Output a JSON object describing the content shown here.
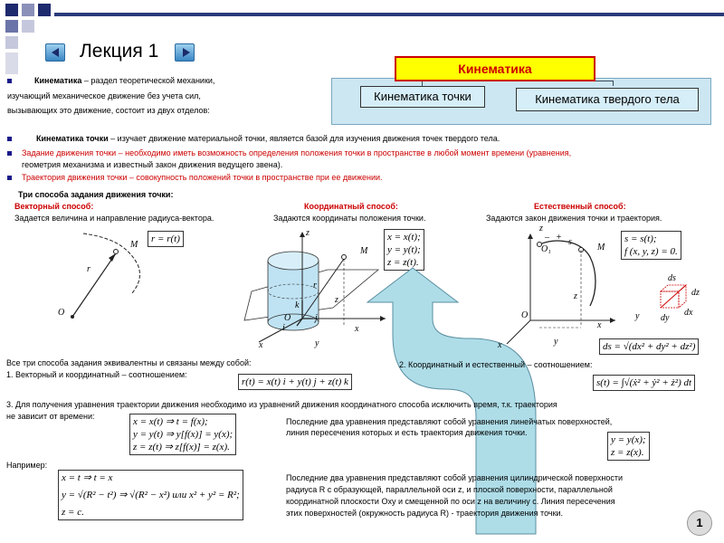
{
  "slide": {
    "title": "Лекция 1",
    "page_number": "1"
  },
  "diagram": {
    "header": "Кинематика",
    "left_box": "Кинематика точки",
    "right_box": "Кинематика твердого тела"
  },
  "intro": {
    "term": "Кинематика",
    "line1_rest": " – раздел теоретической механики,",
    "line2": "изучающий механическое движение без учета сил,",
    "line3": "вызывающих это движение, состоит из двух отделов:"
  },
  "bullets": {
    "b1_term": "Кинематика точки",
    "b1_rest": " – изучает движение материальной точки, является базой для изучения движения точек твердого тела.",
    "b2_line1": "Задание движения точки – необходимо иметь возможность определения положения точки в пространстве в любой момент времени (уравнения,",
    "b2_line2": "геометрия механизма и известный закон движения ведущего звена).",
    "b3": "Траектория движения точки – совокупность положений точки в пространстве при ее движении."
  },
  "methods": {
    "heading": "Три способа задания движения точки:",
    "vector_title": "Векторный способ:",
    "vector_desc": "Задается величина и направление радиуса-вектора.",
    "coord_title": "Координатный способ:",
    "coord_desc": "Задаются координаты положения точки.",
    "natural_title": "Естественный способ:",
    "natural_desc": "Задаются закон движения точки и траектория."
  },
  "formulas": {
    "vector_eq": "r = r(t)",
    "coord_x": "x = x(t);",
    "coord_y": "y = y(t);",
    "coord_z": "z = z(t).",
    "natural_s": "s = s(t);",
    "natural_f": "f (x, y, z) = 0.",
    "ds": "ds = √(dx² + dy² + dz²)",
    "r_sum": "r(t) = x(t) i + y(t) j + z(t) k",
    "s_int": "s(t) = ∫√(ẋ² + ẏ² + ż²) dt",
    "elim1": "x = x(t) ⇒ t = f(x);",
    "elim2": "y = y(t) ⇒ y[f(x)] = y(x);",
    "elim3": "z = z(t) ⇒ z[f(x)] = z(x).",
    "sys1": "y = y(x);",
    "sys2": "z = z(x).",
    "ex1": "x = t ⇒ t = x",
    "ex2": "y = √(R² − t²) ⇒ √(R² − x²)   или   x² + y² = R²;",
    "ex3": "z = c."
  },
  "fig_labels": {
    "M": "M",
    "O": "O",
    "r": "r",
    "x": "x",
    "y": "y",
    "z": "z",
    "i": "i",
    "j": "j",
    "k": "k",
    "s": "s",
    "O1": "O₁",
    "minus": "–",
    "plus": "+",
    "dx": "dx",
    "dy": "dy",
    "dz": "dz",
    "ds": "ds"
  },
  "text": {
    "equiv": "Все три способа задания эквивалентны и связаны между собой:",
    "rel1": "1. Векторный и координатный – соотношением:",
    "rel2": "2. Координатный и естественный – соотношением:",
    "p3_line1": "3. Для получения уравнения траектории движения необходимо из уравнений движения координатного способа исключить время, т.к. траектория",
    "p3_line2": "не зависит от времени:",
    "last_two_line1": "Последние  два уравнения представляют собой уравнения линейчатых поверхностей,",
    "last_two_line2": "линия пересечения которых и есть траектория движения точки.",
    "example": "Например:",
    "cyl_line1": "Последние  два уравнения представляют собой уравнения цилиндрической поверхности",
    "cyl_line2": "радиуса R с образующей,  параллельной  оси z, и плоской поверхности, параллельной",
    "cyl_line3": "координатной плоскости Oxy и смещенной по оси z на величину c. Линия пересечения",
    "cyl_line4": "этих поверхностей (окружность радиуса R) - траектория движения точки."
  },
  "colors": {
    "header_fill": "#ffff00",
    "header_border": "#cc0000",
    "header_text": "#cc0000",
    "diagram_bg": "#cce6f2",
    "box_bg": "#d6eef8",
    "red": "#cc0000",
    "bullet": "#1a1a8a",
    "big_arrow": "#aedde8",
    "cylinder": "#bfe3f3",
    "badge_bg": "#dcdcdc"
  }
}
